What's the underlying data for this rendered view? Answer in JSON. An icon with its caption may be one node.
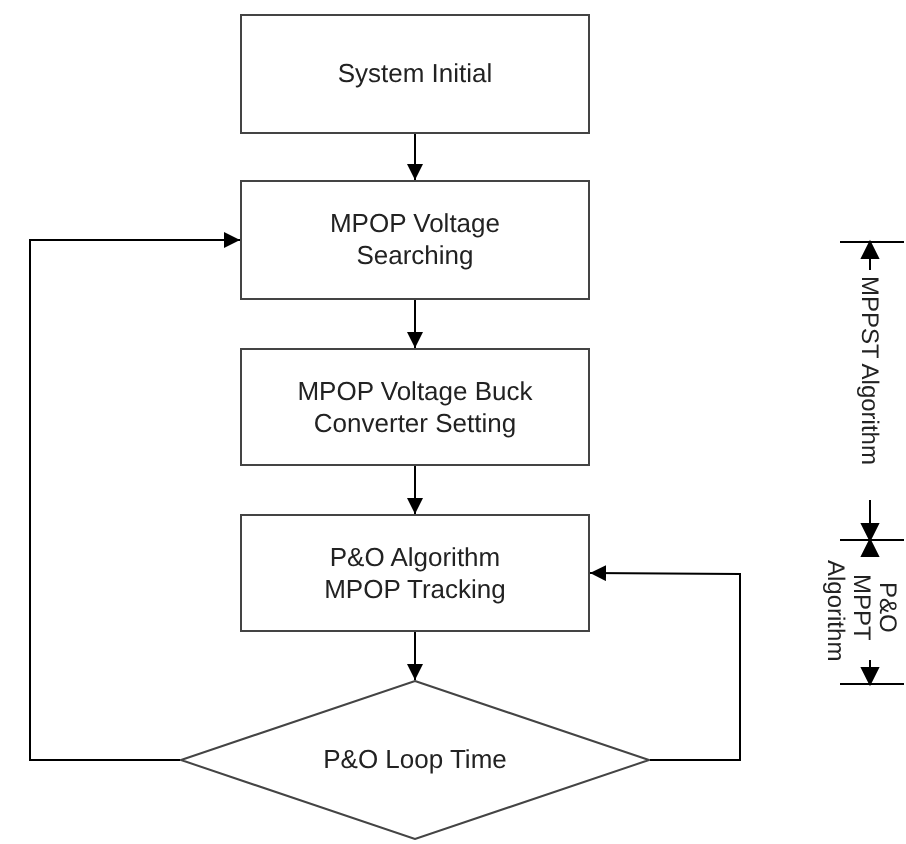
{
  "diagram": {
    "nodes": [
      {
        "text": [
          "System Initial"
        ]
      },
      {
        "text": [
          "MPOP Voltage Searching"
        ]
      },
      {
        "text": [
          "MPOP Voltage Buck Converter Setting"
        ]
      },
      {
        "text": [
          "P&O Algorithm MPOP Tracking"
        ]
      },
      {
        "text": [
          "P&O Loop Time"
        ]
      }
    ],
    "edges": [
      {
        "from": 0,
        "to": 1,
        "arrow": "to"
      },
      {
        "from": 1,
        "to": 2,
        "arrow": "to"
      },
      {
        "from": 2,
        "to": 3,
        "arrow": "to"
      },
      {
        "from": 3,
        "to": 4,
        "arrow": "to"
      },
      {
        "from": 4,
        "to": 1,
        "arrow": "to"
      },
      {
        "from": 4,
        "to": 3,
        "arrow": "to"
      }
    ],
    "labels": [
      "MPPST Algorithm",
      "P&O MPPT Algorithm"
    ]
  }
}
